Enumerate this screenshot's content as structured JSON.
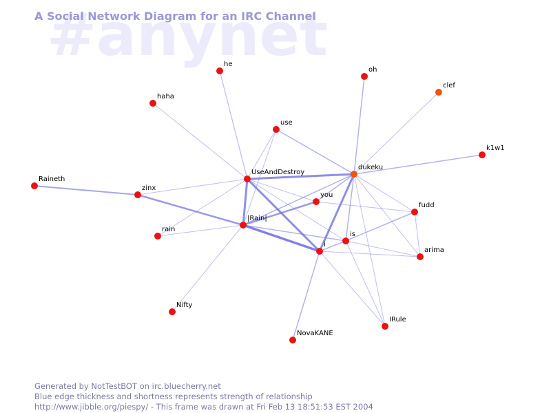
{
  "channel_watermark": "#anynet",
  "title": "A Social Network Diagram for an IRC Channel",
  "colors": {
    "edge": "#7070e0",
    "node": "#ee1111",
    "node_recent": "#ee5511",
    "title": "#9a99d4",
    "watermark": "#ecebfb",
    "footer": "#7a7aa6"
  },
  "nodes": [
    {
      "id": "he",
      "label": "he"
    },
    {
      "id": "oh",
      "label": "oh"
    },
    {
      "id": "clef",
      "label": "clef",
      "recent": true
    },
    {
      "id": "haha",
      "label": "haha"
    },
    {
      "id": "use",
      "label": "use"
    },
    {
      "id": "k1w1",
      "label": "k1w1"
    },
    {
      "id": "dukeku",
      "label": "dukeku",
      "recent": true
    },
    {
      "id": "UseAndDestroy",
      "label": "UseAndDestroy"
    },
    {
      "id": "Raineth",
      "label": "Raineth"
    },
    {
      "id": "zinx",
      "label": "zinx"
    },
    {
      "id": "you",
      "label": "you"
    },
    {
      "id": "fudd",
      "label": "fudd"
    },
    {
      "id": "IRainl",
      "label": "|Rain|"
    },
    {
      "id": "rain",
      "label": "rain"
    },
    {
      "id": "is",
      "label": "is"
    },
    {
      "id": "i",
      "label": "i"
    },
    {
      "id": "arima",
      "label": "arima"
    },
    {
      "id": "Nifty",
      "label": "Nifty"
    },
    {
      "id": "IRule",
      "label": "IRule"
    },
    {
      "id": "NovaKANE",
      "label": "NovaKANE"
    }
  ],
  "edges": [
    {
      "from": "UseAndDestroy",
      "to": "dukeku",
      "weight": 3
    },
    {
      "from": "UseAndDestroy",
      "to": "IRainl",
      "weight": 3
    },
    {
      "from": "UseAndDestroy",
      "to": "i",
      "weight": 3
    },
    {
      "from": "IRainl",
      "to": "i",
      "weight": 3.5
    },
    {
      "from": "dukeku",
      "to": "i",
      "weight": 3
    },
    {
      "from": "zinx",
      "to": "IRainl",
      "weight": 2.5
    },
    {
      "from": "Raineth",
      "to": "zinx",
      "weight": 2
    },
    {
      "from": "you",
      "to": "IRainl",
      "weight": 2.5
    },
    {
      "from": "dukeku",
      "to": "IRainl",
      "weight": 1.5
    },
    {
      "from": "dukeku",
      "to": "you",
      "weight": 1.5
    },
    {
      "from": "UseAndDestroy",
      "to": "he",
      "weight": 1.2
    },
    {
      "from": "UseAndDestroy",
      "to": "haha",
      "weight": 1
    },
    {
      "from": "UseAndDestroy",
      "to": "use",
      "weight": 1
    },
    {
      "from": "UseAndDestroy",
      "to": "zinx",
      "weight": 1
    },
    {
      "from": "UseAndDestroy",
      "to": "rain",
      "weight": 1
    },
    {
      "from": "UseAndDestroy",
      "to": "you",
      "weight": 1
    },
    {
      "from": "UseAndDestroy",
      "to": "is",
      "weight": 1
    },
    {
      "from": "dukeku",
      "to": "oh",
      "weight": 1.5
    },
    {
      "from": "dukeku",
      "to": "clef",
      "weight": 1
    },
    {
      "from": "dukeku",
      "to": "k1w1",
      "weight": 1.5
    },
    {
      "from": "dukeku",
      "to": "use",
      "weight": 1.5
    },
    {
      "from": "dukeku",
      "to": "fudd",
      "weight": 1
    },
    {
      "from": "dukeku",
      "to": "is",
      "weight": 1.5
    },
    {
      "from": "dukeku",
      "to": "arima",
      "weight": 1
    },
    {
      "from": "dukeku",
      "to": "IRule",
      "weight": 1
    },
    {
      "from": "use",
      "to": "IRainl",
      "weight": 1
    },
    {
      "from": "IRainl",
      "to": "rain",
      "weight": 1
    },
    {
      "from": "IRainl",
      "to": "Nifty",
      "weight": 1
    },
    {
      "from": "IRainl",
      "to": "is",
      "weight": 1.5
    },
    {
      "from": "you",
      "to": "fudd",
      "weight": 1
    },
    {
      "from": "is",
      "to": "fudd",
      "weight": 1.5
    },
    {
      "from": "is",
      "to": "arima",
      "weight": 1
    },
    {
      "from": "is",
      "to": "IRule",
      "weight": 1
    },
    {
      "from": "i",
      "to": "is",
      "weight": 1.5
    },
    {
      "from": "i",
      "to": "arima",
      "weight": 1
    },
    {
      "from": "i",
      "to": "NovaKANE",
      "weight": 1.5
    },
    {
      "from": "i",
      "to": "IRule",
      "weight": 1
    },
    {
      "from": "fudd",
      "to": "arima",
      "weight": 1
    }
  ],
  "footer": {
    "line1": "Generated by NotTestBOT on irc.bluecherry.net",
    "line2": "Blue edge thickness and shortness represents strength of relationship",
    "line3": "http://www.jibble.org/piespy/ - This frame was drawn at Fri Feb 13 18:51:53 EST 2004"
  }
}
